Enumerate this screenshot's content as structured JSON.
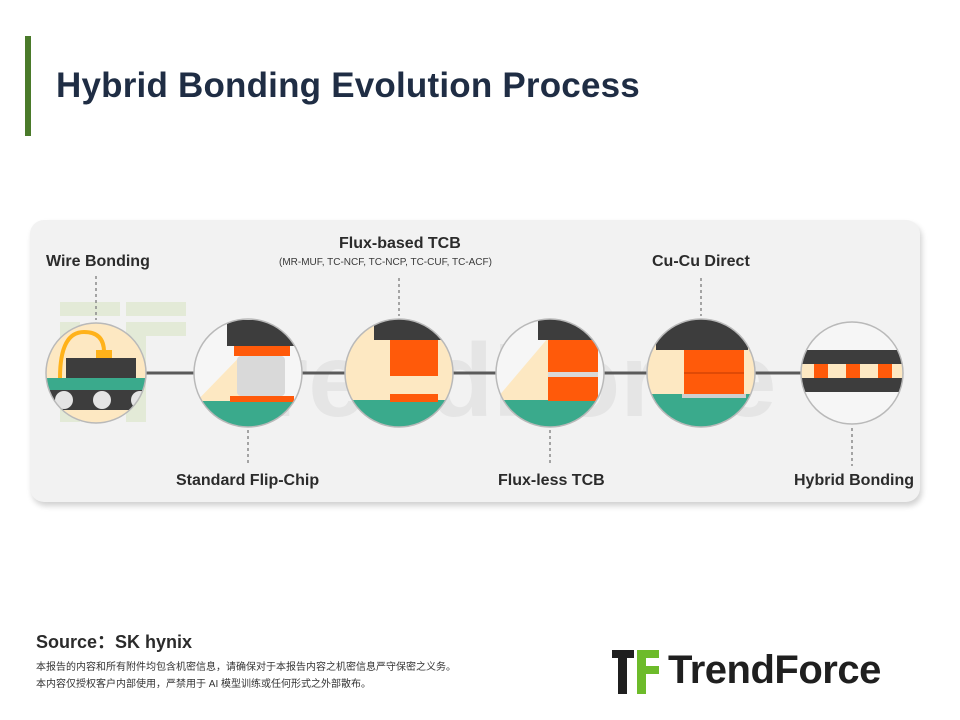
{
  "header": {
    "title": "Hybrid Bonding Evolution Process"
  },
  "diagram": {
    "watermark": "TrendForce",
    "stages": [
      {
        "label": "Wire Bonding",
        "sublabel": ""
      },
      {
        "label": "Standard Flip-Chip",
        "sublabel": ""
      },
      {
        "label": "Flux-based TCB",
        "sublabel": "(MR-MUF, TC-NCF, TC-NCP, TC-CUF, TC-ACF)"
      },
      {
        "label": "Flux-less TCB",
        "sublabel": ""
      },
      {
        "label": "Cu-Cu Direct",
        "sublabel": ""
      },
      {
        "label": "Hybrid Bonding",
        "sublabel": ""
      }
    ],
    "colors": {
      "copper": "#ff5a0a",
      "teal": "#3aaa8c",
      "die": "#3d3d3d",
      "underfill": "#fde8c2",
      "bump": "#d9d9d9"
    }
  },
  "footer": {
    "source": "Source：SK hynix",
    "note_line1": "本报告的内容和所有附件均包含机密信息，请确保对于本报告内容之机密信息严守保密之义务。",
    "note_line2": "本内容仅授权客户内部使用，严禁用于 AI 模型训练或任何形式之外部散布。"
  },
  "logo": {
    "text": "TrendForce"
  }
}
